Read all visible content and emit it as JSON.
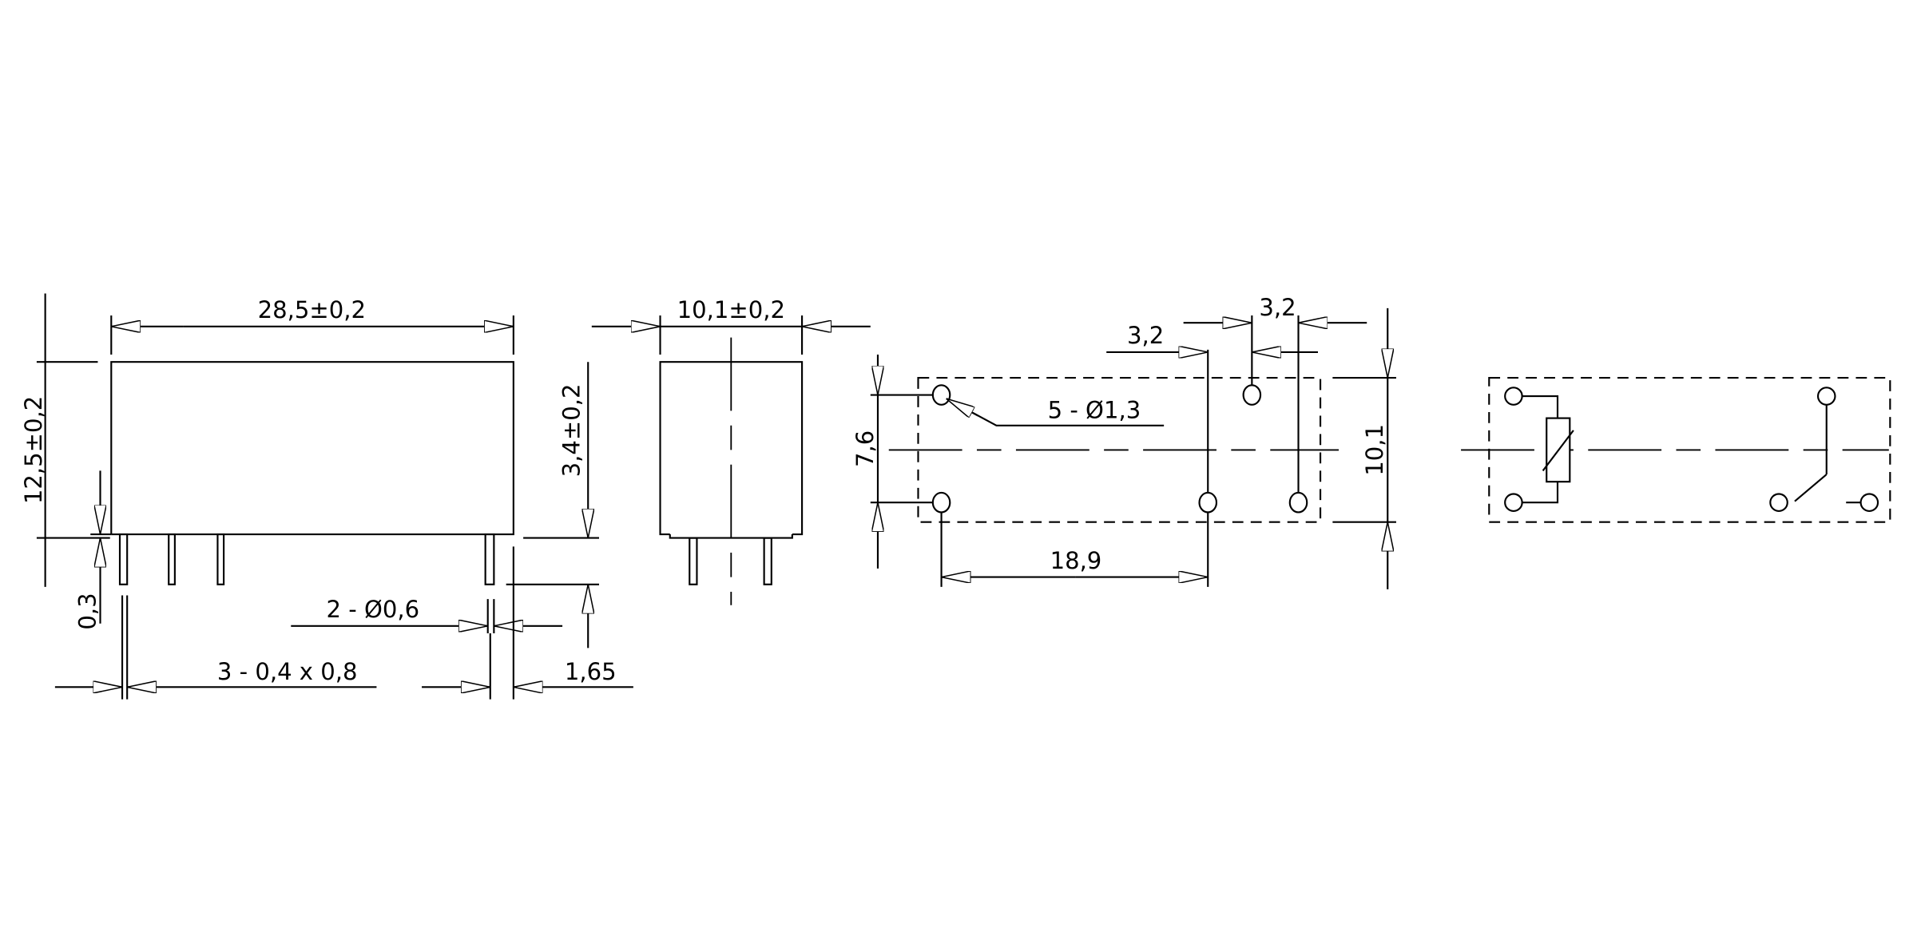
{
  "side_view": {
    "length": "28,5±0,2",
    "height": "12,5±0,2",
    "standoff": "0,3",
    "pin_length": "3,4±0,2",
    "pins_rect": "3 - 0,4 x 0,8",
    "pins_round": "2 - Ø0,6",
    "pin_offset": "1,65"
  },
  "front_view": {
    "width": "10,1±0,2"
  },
  "pcb_layout": {
    "row_pitch": "7,6",
    "holes": "5 - Ø1,3",
    "span": "18,9",
    "pitch_a": "3,2",
    "pitch_b": "3,2",
    "width": "10,1"
  },
  "schematic": {
    "symbols": [
      "coil",
      "switch"
    ]
  }
}
